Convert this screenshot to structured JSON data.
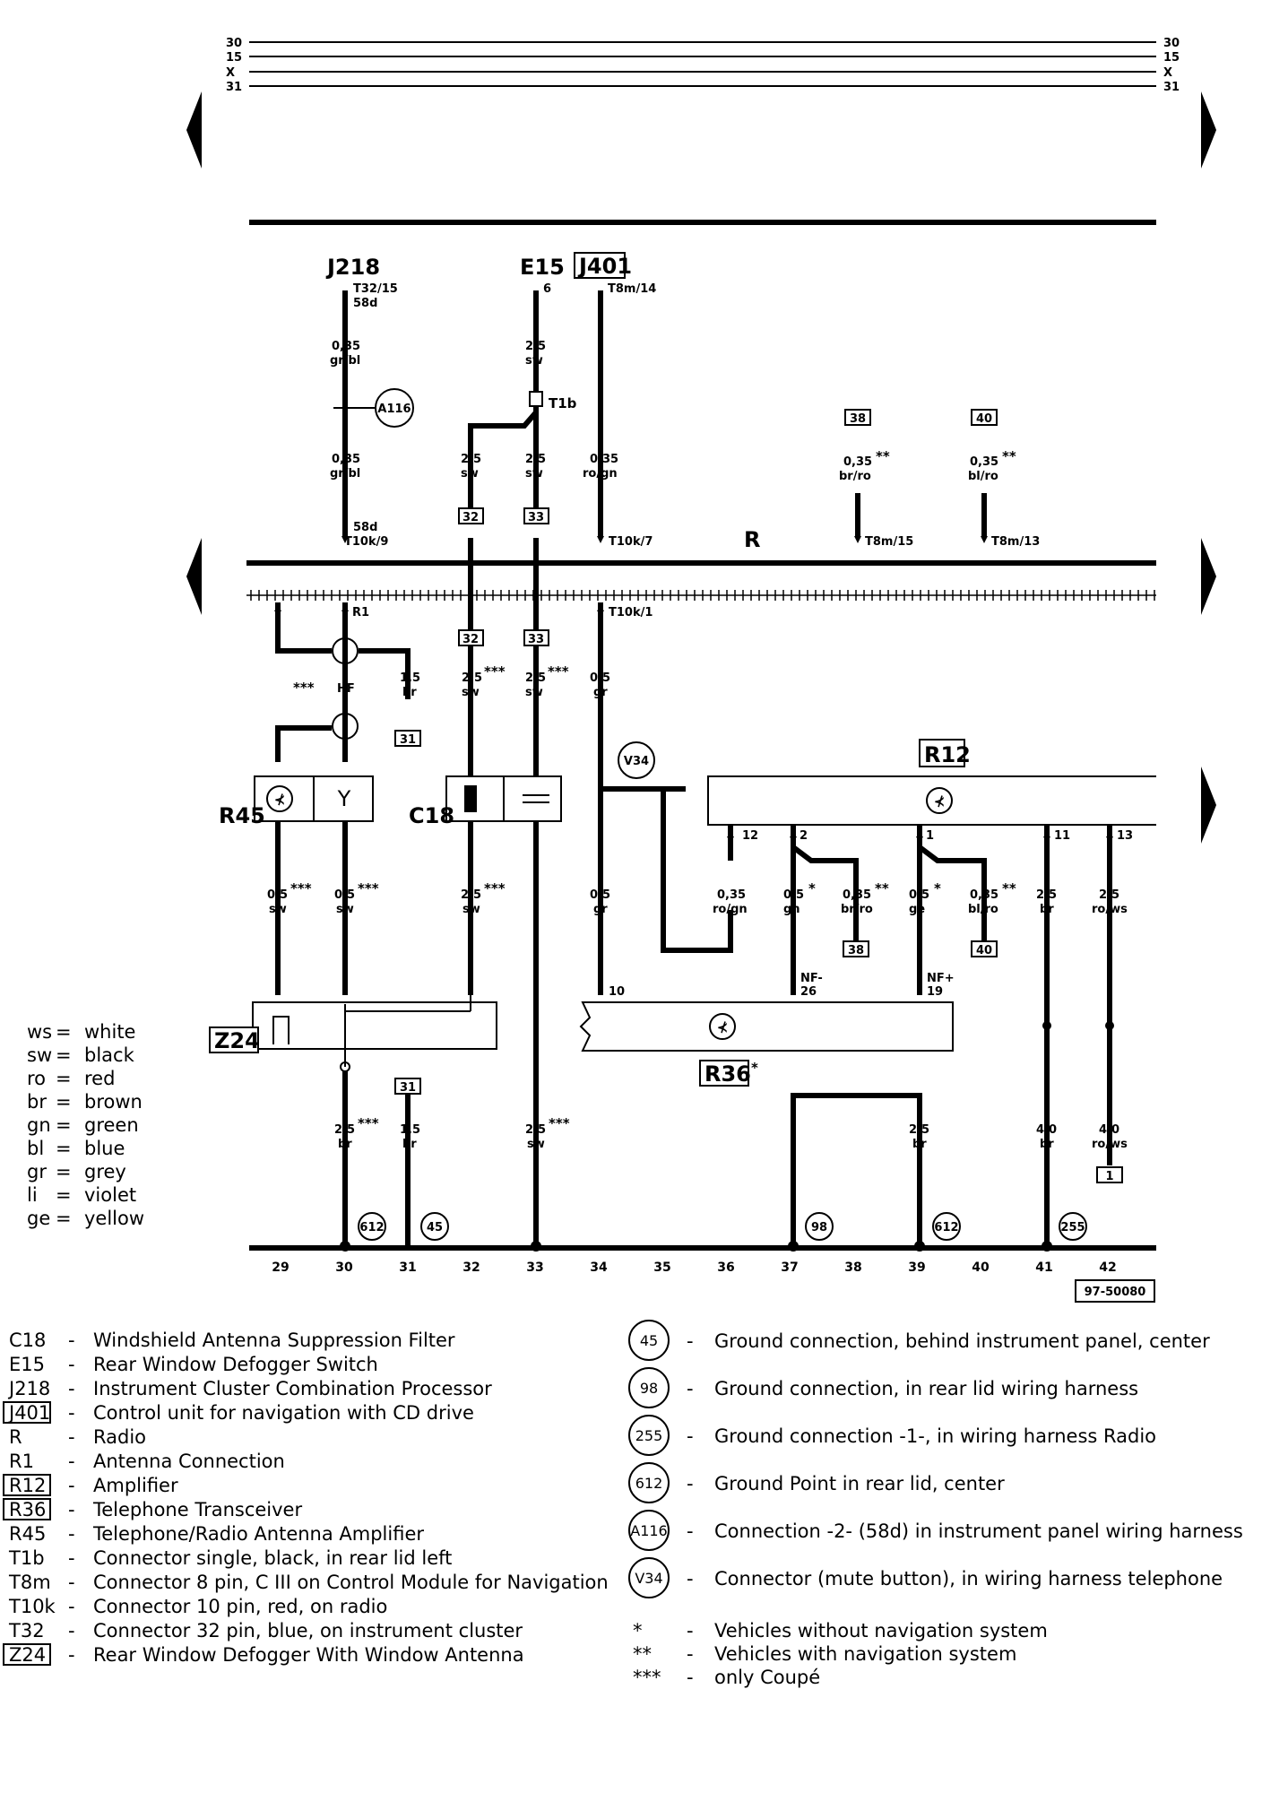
{
  "rails": [
    "30",
    "15",
    "X",
    "31"
  ],
  "components": {
    "J218": {
      "label": "J218",
      "pin": "T32/15",
      "pin2": "58d",
      "end_pin": "58d",
      "end_conn": "T10k/9"
    },
    "E15": {
      "label": "E15",
      "pin": "6"
    },
    "J401": {
      "label": "J401",
      "pin": "T8m/14",
      "end_conn": "T10k/7"
    },
    "T1b": "T1b",
    "R": "R",
    "R1": "R1",
    "T10k1": "T10k/1",
    "HF": "HF",
    "R45": "R45",
    "C18": "C18",
    "R12": "R12",
    "Z24": "Z24",
    "R36": "R36",
    "T8m15": "T8m/15",
    "T8m13": "T8m/13",
    "NF_minus": "NF-",
    "NF_plus": "NF+",
    "pin26": "26",
    "pin19": "19",
    "pin10": "10",
    "r12_pins": [
      "12",
      "2",
      "1",
      "11",
      "13"
    ],
    "ref_number": "97-50080"
  },
  "wires": {
    "j218_top": {
      "size": "0,35",
      "color": "gr/bl"
    },
    "j218_bot": {
      "size": "0,35",
      "color": "gr/bl"
    },
    "e15_top": {
      "size": "2,5",
      "color": "sw"
    },
    "t1b_a": {
      "size": "2,5",
      "color": "sw",
      "dest": "32"
    },
    "t1b_b": {
      "size": "2,5",
      "color": "sw",
      "dest": "33"
    },
    "j401": {
      "size": "0,35",
      "color": "ro/gn"
    },
    "w38": {
      "size": "0,35",
      "color": "br/ro",
      "mark": "**",
      "src": "38"
    },
    "w40": {
      "size": "0,35",
      "color": "bl/ro",
      "mark": "**",
      "src": "40"
    },
    "r1_gnd": {
      "size": "1,5",
      "color": "br",
      "dest": "31"
    },
    "c32": {
      "size": "2,5",
      "color": "sw",
      "mark": "***",
      "src": "32"
    },
    "c33": {
      "size": "2,5",
      "color": "sw",
      "mark": "***",
      "src": "33"
    },
    "t10k1": {
      "size": "0,5",
      "color": "gr"
    },
    "hf_mark": "***",
    "r45a": {
      "size": "0,5",
      "color": "sw",
      "mark": "***"
    },
    "r45b": {
      "size": "0,5",
      "color": "sw",
      "mark": "***"
    },
    "c18a": {
      "size": "2,5",
      "color": "sw",
      "mark": "***"
    },
    "r34": {
      "size": "0,5",
      "color": "gr"
    },
    "p12": {
      "size": "0,35",
      "color": "ro/gn"
    },
    "p2a": {
      "size": "0,5",
      "color": "gn",
      "mark": "*"
    },
    "p2b": {
      "size": "0,35",
      "color": "br/ro",
      "mark": "**",
      "dest": "38"
    },
    "p1a": {
      "size": "0,5",
      "color": "ge",
      "mark": "*"
    },
    "p1b": {
      "size": "0,35",
      "color": "bl/ro",
      "mark": "**",
      "dest": "40"
    },
    "p11": {
      "size": "2,5",
      "color": "br"
    },
    "p13": {
      "size": "2,5",
      "color": "ro/ws"
    },
    "g30": {
      "size": "2,5",
      "color": "br",
      "mark": "***"
    },
    "g31": {
      "size": "1,5",
      "color": "br",
      "src": "31"
    },
    "g33": {
      "size": "2,5",
      "color": "sw",
      "mark": "***"
    },
    "g39": {
      "size": "2,5",
      "color": "br"
    },
    "g41": {
      "size": "4,0",
      "color": "br"
    },
    "g42": {
      "size": "4,0",
      "color": "ro/ws",
      "dest": "1"
    }
  },
  "grounds": {
    "a116": "A116",
    "v34": "V34",
    "g612a": "612",
    "g45": "45",
    "g98": "98",
    "g612b": "612",
    "g255": "255"
  },
  "columns": [
    "29",
    "30",
    "31",
    "32",
    "33",
    "34",
    "35",
    "36",
    "37",
    "38",
    "39",
    "40",
    "41",
    "42"
  ],
  "color_key": [
    {
      "code": "ws",
      "name": "white"
    },
    {
      "code": "sw",
      "name": "black"
    },
    {
      "code": "ro",
      "name": "red"
    },
    {
      "code": "br",
      "name": "brown"
    },
    {
      "code": "gn",
      "name": "green"
    },
    {
      "code": "bl",
      "name": "blue"
    },
    {
      "code": "gr",
      "name": "grey"
    },
    {
      "code": "li",
      "name": "violet"
    },
    {
      "code": "ge",
      "name": "yellow"
    }
  ],
  "legend_left": [
    {
      "code": "C18",
      "boxed": false,
      "desc": "Windshield Antenna Suppression Filter"
    },
    {
      "code": "E15",
      "boxed": false,
      "desc": "Rear Window Defogger Switch"
    },
    {
      "code": "J218",
      "boxed": false,
      "desc": "Instrument Cluster Combination Processor"
    },
    {
      "code": "J401",
      "boxed": true,
      "desc": "Control unit for navigation with CD drive"
    },
    {
      "code": "R",
      "boxed": false,
      "desc": "Radio"
    },
    {
      "code": "R1",
      "boxed": false,
      "desc": "Antenna Connection"
    },
    {
      "code": "R12",
      "boxed": true,
      "desc": "Amplifier"
    },
    {
      "code": "R36",
      "boxed": true,
      "desc": "Telephone Transceiver"
    },
    {
      "code": "R45",
      "boxed": false,
      "desc": "Telephone/Radio Antenna Amplifier"
    },
    {
      "code": "T1b",
      "boxed": false,
      "desc": "Connector single, black, in rear lid left"
    },
    {
      "code": "T8m",
      "boxed": false,
      "desc": "Connector 8 pin, C III on Control Module for Navigation"
    },
    {
      "code": "T10k",
      "boxed": false,
      "desc": "Connector 10 pin, red, on radio"
    },
    {
      "code": "T32",
      "boxed": false,
      "desc": "Connector 32 pin, blue, on instrument cluster"
    },
    {
      "code": "Z24",
      "boxed": true,
      "desc": "Rear Window Defogger With Window Antenna"
    }
  ],
  "legend_right": [
    {
      "code": "45",
      "desc": "Ground connection, behind instrument panel, center"
    },
    {
      "code": "98",
      "desc": "Ground connection, in rear lid wiring harness"
    },
    {
      "code": "255",
      "desc": "Ground connection -1-, in wiring harness Radio"
    },
    {
      "code": "612",
      "desc": "Ground Point in rear lid, center"
    },
    {
      "code": "A116",
      "desc": "Connection -2- (58d) in instrument panel wiring harness"
    },
    {
      "code": "V34",
      "desc": "Connector (mute button), in wiring harness telephone"
    }
  ],
  "notes": [
    {
      "mark": "*",
      "desc": "Vehicles without navigation system"
    },
    {
      "mark": "**",
      "desc": "Vehicles with navigation system"
    },
    {
      "mark": "***",
      "desc": "only Coupé"
    }
  ]
}
